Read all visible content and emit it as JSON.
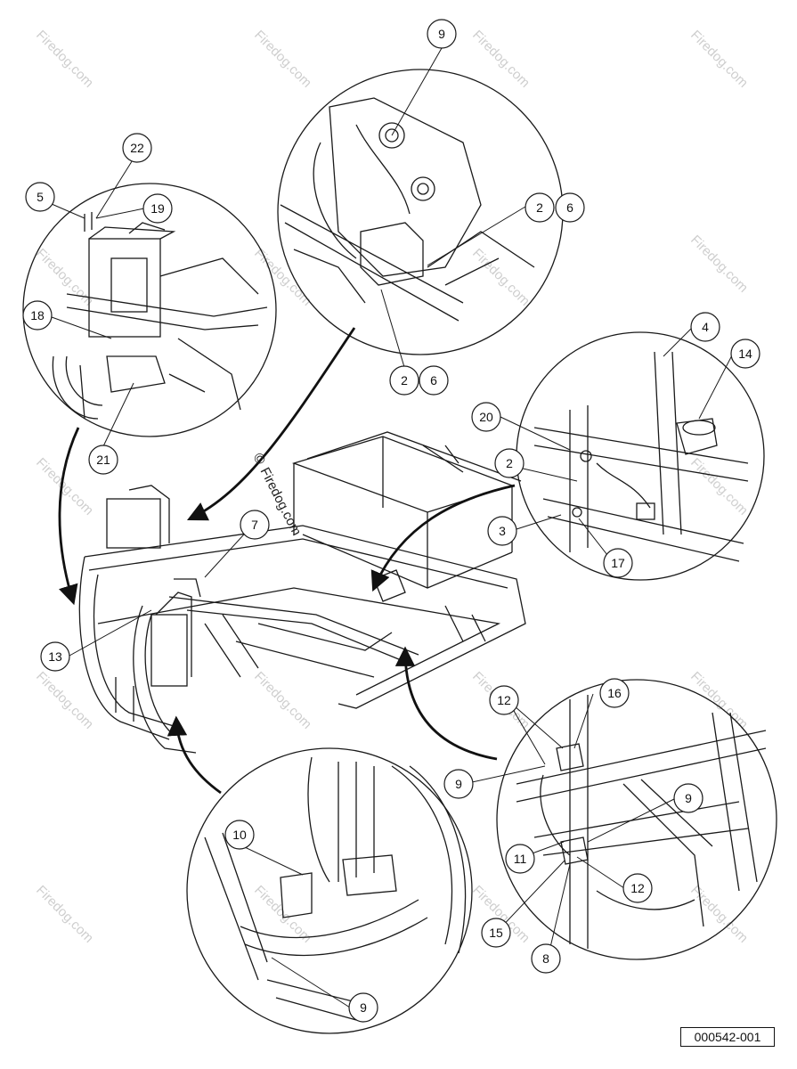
{
  "watermark": {
    "text": "Firedog.com",
    "center_text": "Firedog.com",
    "copyright_symbol": "©"
  },
  "reference_number": "000542-001",
  "callouts": {
    "c9_top": "9",
    "c22": "22",
    "c5": "5",
    "c19": "19",
    "c2_a": "2",
    "c6_a": "6",
    "c18": "18",
    "c2_b": "2",
    "c6_b": "6",
    "c4": "4",
    "c14": "14",
    "c20": "20",
    "c2_c": "2",
    "c21": "21",
    "c3": "3",
    "c17": "17",
    "c7": "7",
    "c13": "13",
    "c12_a": "12",
    "c16": "16",
    "c9_b": "9",
    "c9_c": "9",
    "c10": "10",
    "c11": "11",
    "c12_b": "12",
    "c15": "15",
    "c8": "8",
    "c9_d": "9"
  },
  "colors": {
    "line": "#1a1a1a",
    "watermark": "#c9c9c9",
    "background": "#ffffff"
  }
}
